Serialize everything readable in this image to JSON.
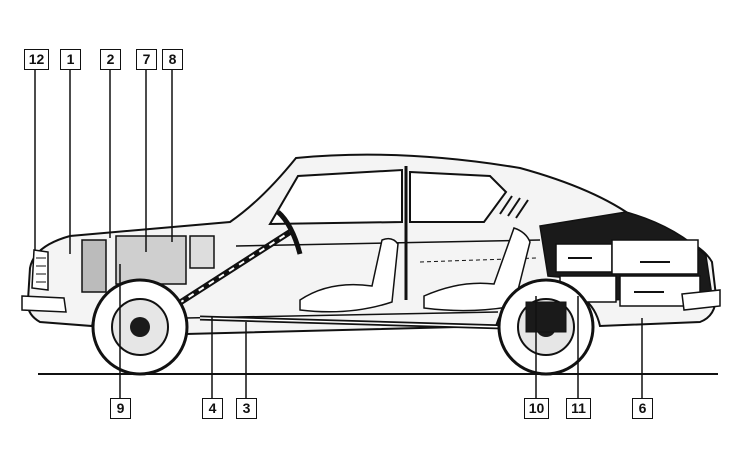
{
  "callouts": {
    "c12": "12",
    "c1": "1",
    "c2": "2",
    "c7": "7",
    "c8": "8",
    "c9": "9",
    "c4": "4",
    "c3": "3",
    "c10": "10",
    "c11": "11",
    "c6": "6"
  },
  "colors": {
    "ink": "#111111",
    "body_fill": "#f2f2f2",
    "panel_fill": "#cfcfcf",
    "dark": "#1a1a1a"
  }
}
